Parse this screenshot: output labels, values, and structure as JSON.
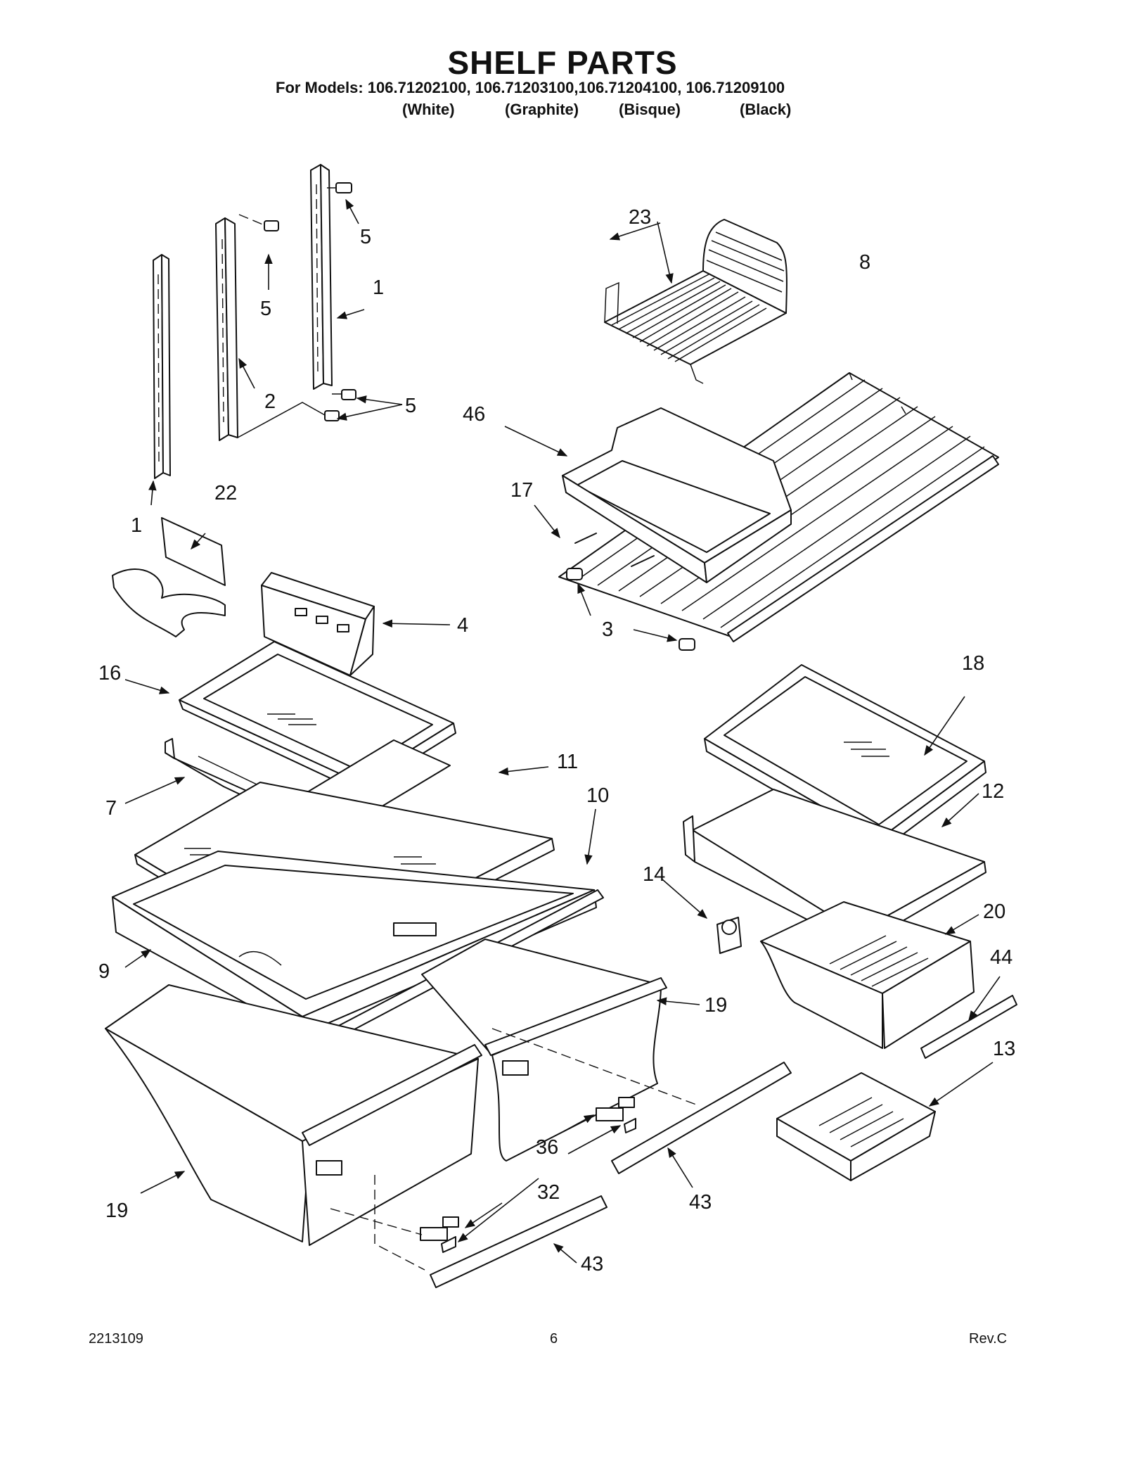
{
  "title": "SHELF PARTS",
  "models_line": "For Models: 106.71202100, 106.71203100,106.71204100, 106.71209100",
  "model_colors": [
    "(White)",
    "(Graphite)",
    "(Bisque)",
    "(Black)"
  ],
  "callouts": {
    "c1a": "1",
    "c1b": "1",
    "c2": "2",
    "c3": "3",
    "c4": "4",
    "c5a": "5",
    "c5b": "5",
    "c5c": "5",
    "c7": "7",
    "c8": "8",
    "c9": "9",
    "c10": "10",
    "c11": "11",
    "c12": "12",
    "c13": "13",
    "c14": "14",
    "c16": "16",
    "c17": "17",
    "c18": "18",
    "c19a": "19",
    "c19b": "19",
    "c20": "20",
    "c22": "22",
    "c23": "23",
    "c32": "32",
    "c36": "36",
    "c43a": "43",
    "c43b": "43",
    "c44": "44",
    "c46": "46"
  },
  "footer": {
    "doc_number": "2213109",
    "page_number": "6",
    "revision": "Rev.C"
  }
}
